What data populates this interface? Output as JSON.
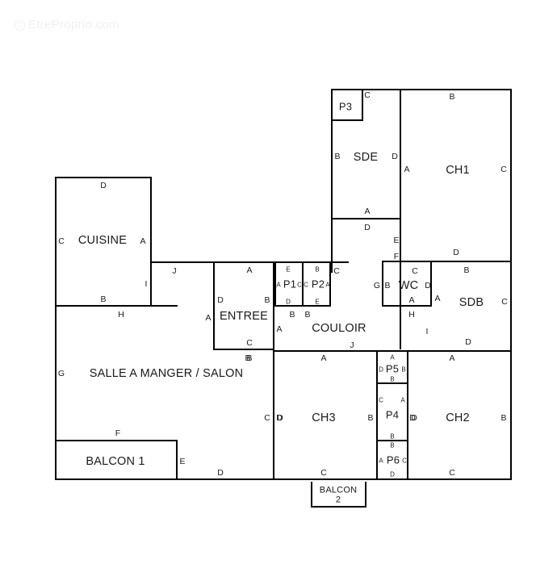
{
  "watermark": {
    "symbol": "C",
    "text": "EtreProprio.com"
  },
  "plan": {
    "title": "Floor plan",
    "line_color": "#000000",
    "background": "#ffffff"
  },
  "rooms": [
    {
      "id": "cuisine",
      "label": "CUISINE"
    },
    {
      "id": "entree",
      "label": "ENTREE"
    },
    {
      "id": "couloir",
      "label": "COULOIR"
    },
    {
      "id": "sde",
      "label": "SDE"
    },
    {
      "id": "ch1",
      "label": "CH1"
    },
    {
      "id": "wc",
      "label": "WC"
    },
    {
      "id": "sdb",
      "label": "SDB"
    },
    {
      "id": "salon",
      "label": "SALLE A MANGER / SALON"
    },
    {
      "id": "ch3",
      "label": "CH3"
    },
    {
      "id": "ch2",
      "label": "CH2"
    },
    {
      "id": "balcon1",
      "label": "BALCON 1"
    },
    {
      "id": "balcon2",
      "label_line1": "BALCON",
      "label_line2": "2"
    },
    {
      "id": "p1",
      "label": "P1"
    },
    {
      "id": "p2",
      "label": "P2"
    },
    {
      "id": "p3",
      "label": "P3"
    },
    {
      "id": "p4",
      "label": "P4"
    },
    {
      "id": "p5",
      "label": "P5"
    },
    {
      "id": "p6",
      "label": "P6"
    }
  ],
  "dimension_letters": {
    "cuisine": {
      "top": "D",
      "left": "C",
      "right": "A",
      "bottom": "B"
    },
    "cuisine_outer": {
      "bottom": "H",
      "right_stub": "I",
      "corridor_top": "J"
    },
    "entree": {
      "top": "A",
      "left_in": "D",
      "left_out": "A",
      "right": "B",
      "bottom_in": "C",
      "bottom_out": "B"
    },
    "couloir": {
      "left": "A",
      "right": "I",
      "bottom": "J",
      "top_left": "B",
      "wc_bottom": "H"
    },
    "sde": {
      "left": "B",
      "right": "D",
      "bottom_in": "A",
      "bottom_out": "D",
      "p3_corner": "C"
    },
    "sde_lower": {
      "left": "E",
      "corner": "F",
      "right_out": "C"
    },
    "ch1": {
      "top": "B",
      "left": "A",
      "right": "C",
      "bottom": "D"
    },
    "wc": {
      "top": "C",
      "left_out": "G",
      "left_in": "B",
      "right": "D",
      "bottom_in": "A",
      "bottom_out": "H"
    },
    "sdb": {
      "top": "B",
      "left": "A",
      "right": "C",
      "bottom": "D"
    },
    "salon": {
      "left": "G",
      "top_right": "B",
      "right_in": "C",
      "right_out": "D",
      "bottom": "D"
    },
    "ch3": {
      "top": "A",
      "left": "D",
      "right": "B",
      "bottom": "C"
    },
    "ch2": {
      "top": "A",
      "left": "D",
      "right": "B",
      "bottom": "C"
    },
    "balcon1": {
      "top": "F",
      "right": "E"
    },
    "p1": {
      "top": "E",
      "left": "A",
      "right": "C",
      "bottom_in": "D",
      "bottom_out": "B"
    },
    "p2": {
      "top": "B",
      "left": "C",
      "right": "A",
      "bottom": "E"
    },
    "p4": {
      "top_left": "C",
      "top_right": "A",
      "right": "D",
      "bottom": "B"
    },
    "p5": {
      "top": "A",
      "left": "D",
      "right": "B",
      "bottom": "B"
    },
    "p6": {
      "left": "A",
      "right": "C",
      "bottom": "D",
      "top": "B"
    },
    "corridor_bottom": {
      "ch3_side": "A",
      "p5_side": "A"
    }
  }
}
